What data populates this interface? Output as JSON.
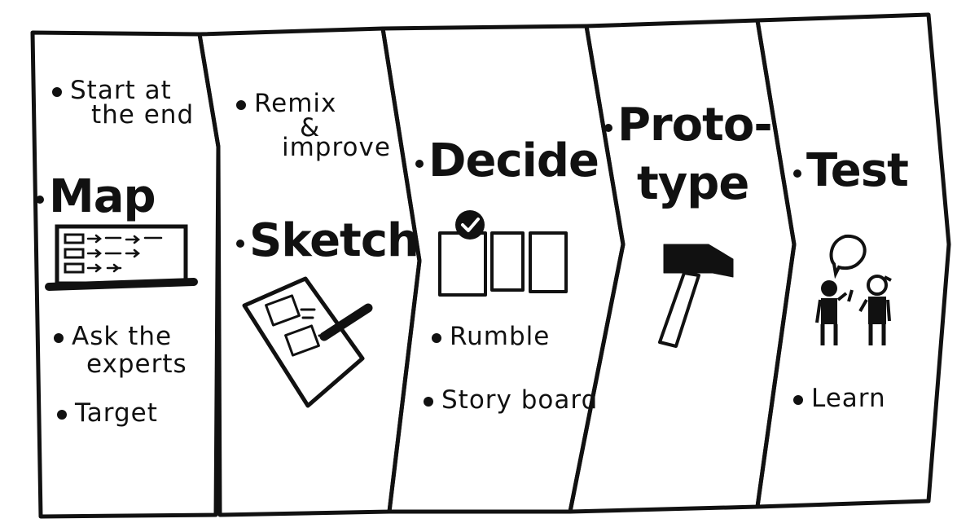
{
  "stages": [
    {
      "title": "Map",
      "notes_top": [
        "Start at",
        "the end"
      ],
      "notes_bottom_1": [
        "Ask the",
        "experts"
      ],
      "notes_bottom_2": [
        "Target"
      ]
    },
    {
      "title": "Sketch",
      "notes_top": [
        "Remix",
        "&",
        "improve"
      ]
    },
    {
      "title": "Decide",
      "notes_bottom_1": [
        "Rumble"
      ],
      "notes_bottom_2": [
        "Story board"
      ]
    },
    {
      "title_line_1": "Proto-",
      "title_line_2": "type"
    },
    {
      "title": "Test",
      "notes_bottom_1": [
        "Learn"
      ]
    }
  ]
}
